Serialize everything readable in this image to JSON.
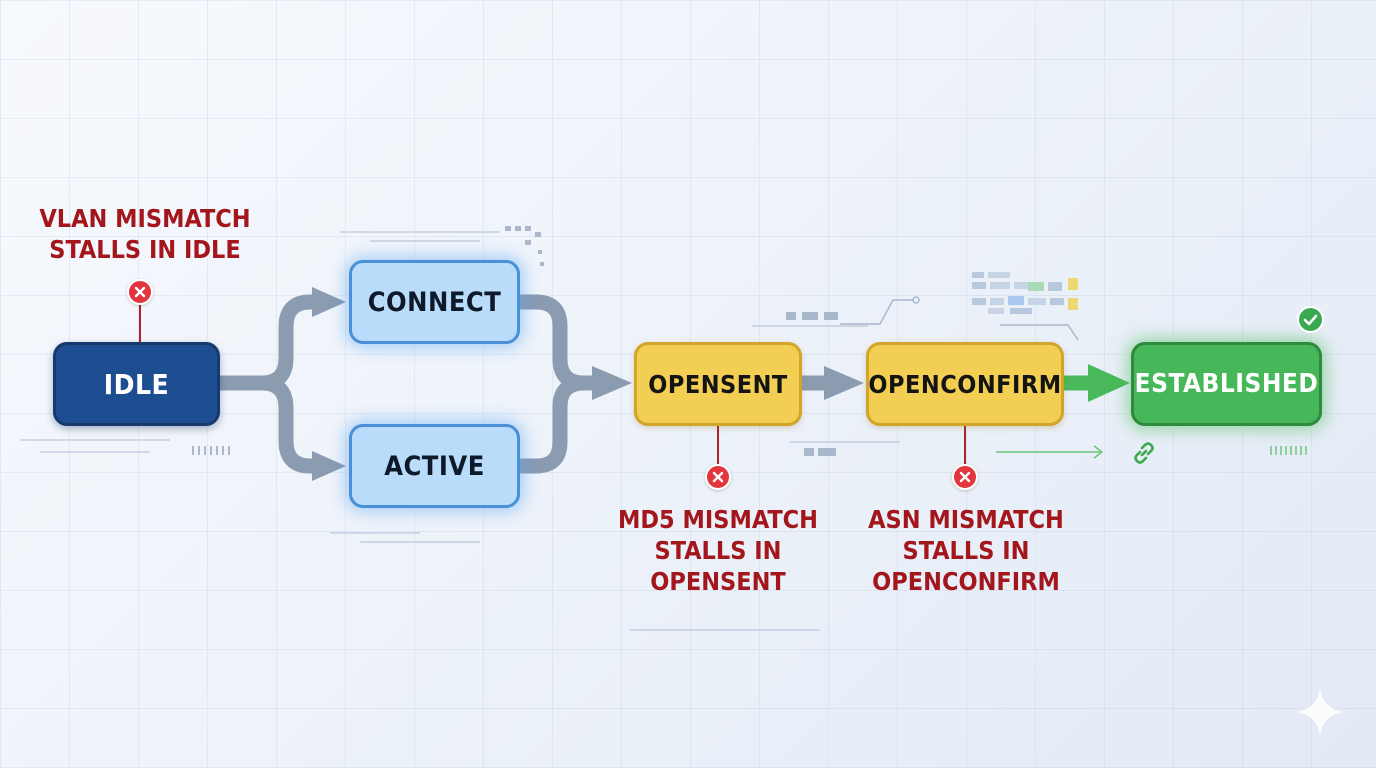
{
  "diagram": {
    "nodes": {
      "idle": "IDLE",
      "connect": "CONNECT",
      "active": "ACTIVE",
      "opensent": "OPENSENT",
      "openconfirm": "OPENCONFIRM",
      "established": "ESTABLISHED"
    },
    "failures": {
      "vlan": [
        "VLAN MISMATCH",
        "STALLS IN IDLE"
      ],
      "md5": [
        "MD5 MISMATCH",
        "STALLS IN",
        "OPENSENT"
      ],
      "asn": [
        "ASN MISMATCH",
        "STALLS IN",
        "OPENCONFIRM"
      ]
    },
    "icons": {
      "failure": "x-circle-icon",
      "success": "check-circle-icon",
      "link": "link-icon",
      "sparkle": "sparkle-icon"
    },
    "colors": {
      "idle": "#1d4e92",
      "blue_state": "#b9dcfa",
      "yellow_state": "#f2cf52",
      "established": "#46b85a",
      "failure_text": "#a3161c",
      "failure_icon": "#e2353d",
      "arrow_gray": "#8b9bb0",
      "arrow_green": "#49b95c"
    }
  }
}
